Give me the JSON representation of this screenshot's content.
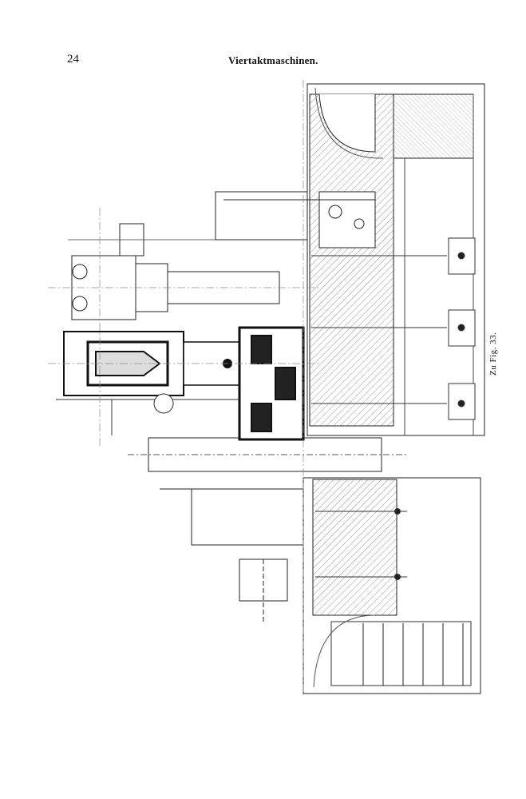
{
  "header": {
    "page_number": "24",
    "running_title": "Viertaktmaschinen."
  },
  "figure": {
    "caption": "Zu Fig. 33."
  }
}
